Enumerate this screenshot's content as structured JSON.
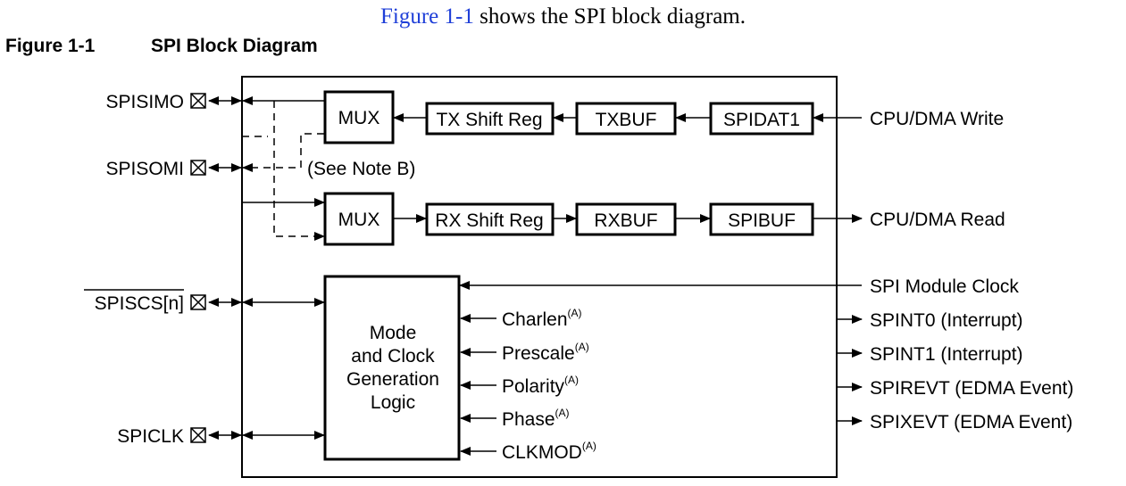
{
  "caption": {
    "link": "Figure 1-1",
    "rest": " shows the SPI block diagram."
  },
  "figure": {
    "number": "Figure 1-1",
    "title": "SPI Block Diagram"
  },
  "pins": {
    "simo": "SPISIMO",
    "somi": "SPISOMI",
    "cs": "SPISCS[n]",
    "clk": "SPICLK"
  },
  "blocks": {
    "mux_tx": "MUX",
    "tx_shift": "TX Shift Reg",
    "txbuf": "TXBUF",
    "spidat1": "SPIDAT1",
    "mux_rx": "MUX",
    "rx_shift": "RX Shift Reg",
    "rxbuf": "RXBUF",
    "spibuf": "SPIBUF",
    "mode_line1": "Mode",
    "mode_line2": "and Clock",
    "mode_line3": "Generation",
    "mode_line4": "Logic"
  },
  "note": "(See Note B)",
  "inputs": {
    "charlen": "Charlen",
    "prescale": "Prescale",
    "polarity": "Polarity",
    "phase": "Phase",
    "clkmod": "CLKMOD",
    "note_mark": "(A)"
  },
  "right_labels": {
    "cpu_write": "CPU/DMA Write",
    "cpu_read": "CPU/DMA Read",
    "module_clock": "SPI Module Clock",
    "spint0": "SPINT0 (Interrupt)",
    "spint1": "SPINT1 (Interrupt)",
    "spirevt": "SPIREVT (EDMA Event)",
    "spixevt": "SPIXEVT (EDMA Event)"
  }
}
